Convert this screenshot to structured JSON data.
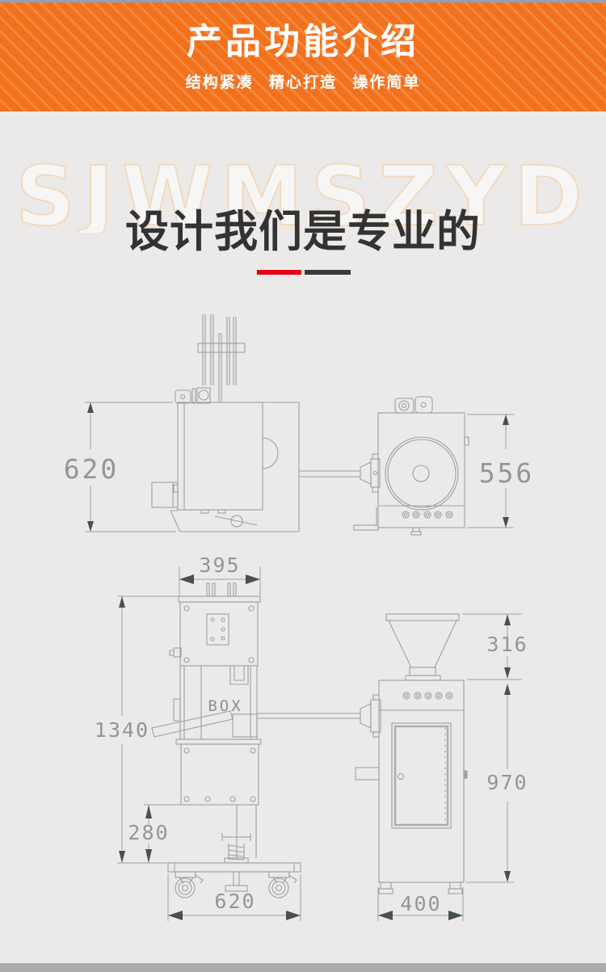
{
  "header": {
    "title": "产品功能介绍",
    "subtitle": "结构紧凑 精心打造 操作简单",
    "background_color": "#f2711c"
  },
  "hero": {
    "watermark": "SJWMSZYD",
    "title": "设计我们是专业的",
    "underline_colors": {
      "red": "#e60012",
      "black": "#3b3b3b"
    }
  },
  "drawing": {
    "box_label": "BOX",
    "dimensions": {
      "machine_height_side": "620",
      "machine_height_front": "556",
      "cabinet_width": "395",
      "total_height": "1340",
      "stand_height": "280",
      "base_width": "620",
      "hopper_height": "316",
      "body_height": "970",
      "base_depth": "400"
    }
  }
}
